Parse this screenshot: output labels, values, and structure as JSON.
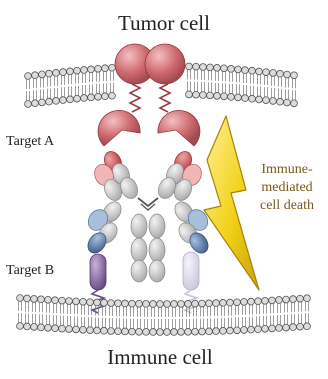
{
  "labels": {
    "top": "Tumor cell",
    "bottom": "Immune cell",
    "target_a": "Target A",
    "target_b": "Target B",
    "side_line1": "Immune-",
    "side_line2": "mediated",
    "side_line3": "cell death"
  },
  "colors": {
    "target_a": "#c8646a",
    "target_a_light": "#e9a3a6",
    "lipid_head": "#d6d6d6",
    "protein": "#c9c9c9",
    "antibody_red": "#c8494b",
    "antibody_blue": "#4f6f9e",
    "target_b": "#7a5a93",
    "bolt": "#f2d119",
    "label_text": "#222222",
    "bolt_text": "#7a5a1a"
  }
}
